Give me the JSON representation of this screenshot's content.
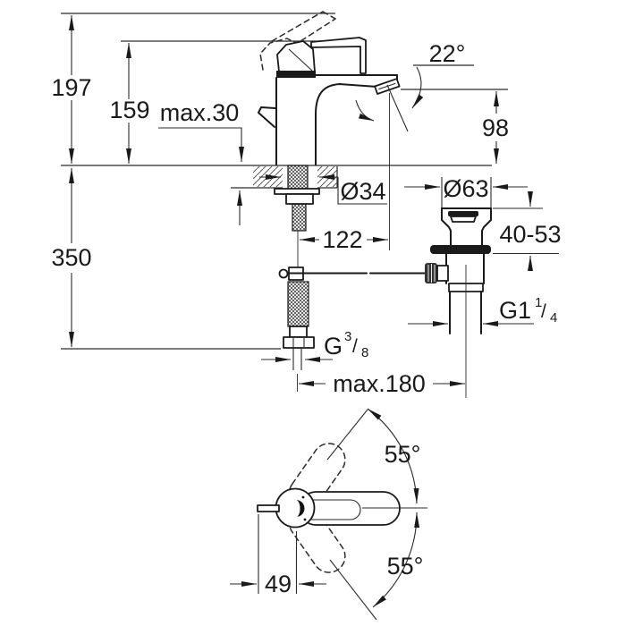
{
  "drawing": {
    "title": "Single-lever basin mixer - dimensional installation drawing",
    "background": "#ffffff",
    "line_color": "#1a1a1a",
    "labels": {
      "height_total": "197",
      "height_to_lever": "159",
      "max_deck_thickness": "max.30",
      "spout_angle": "22°",
      "spout_outlet_height": "98",
      "deck_hole_diameter": "Ø34",
      "waste_flange_diameter": "Ø63",
      "spout_reach": "122",
      "waste_adjust_range": "40-53",
      "depth_below_deck": "350",
      "waste_thread": {
        "main": "G1",
        "sup": "1",
        "slash": "/",
        "sub": "4"
      },
      "supply_thread": {
        "main": "G",
        "sup": "3",
        "slash": "/",
        "sub": "8"
      },
      "max_center_distance": "max.180",
      "lever_swivel_upper": "55°",
      "lever_swivel_lower": "55°",
      "lever_pin_offset": "49"
    }
  }
}
